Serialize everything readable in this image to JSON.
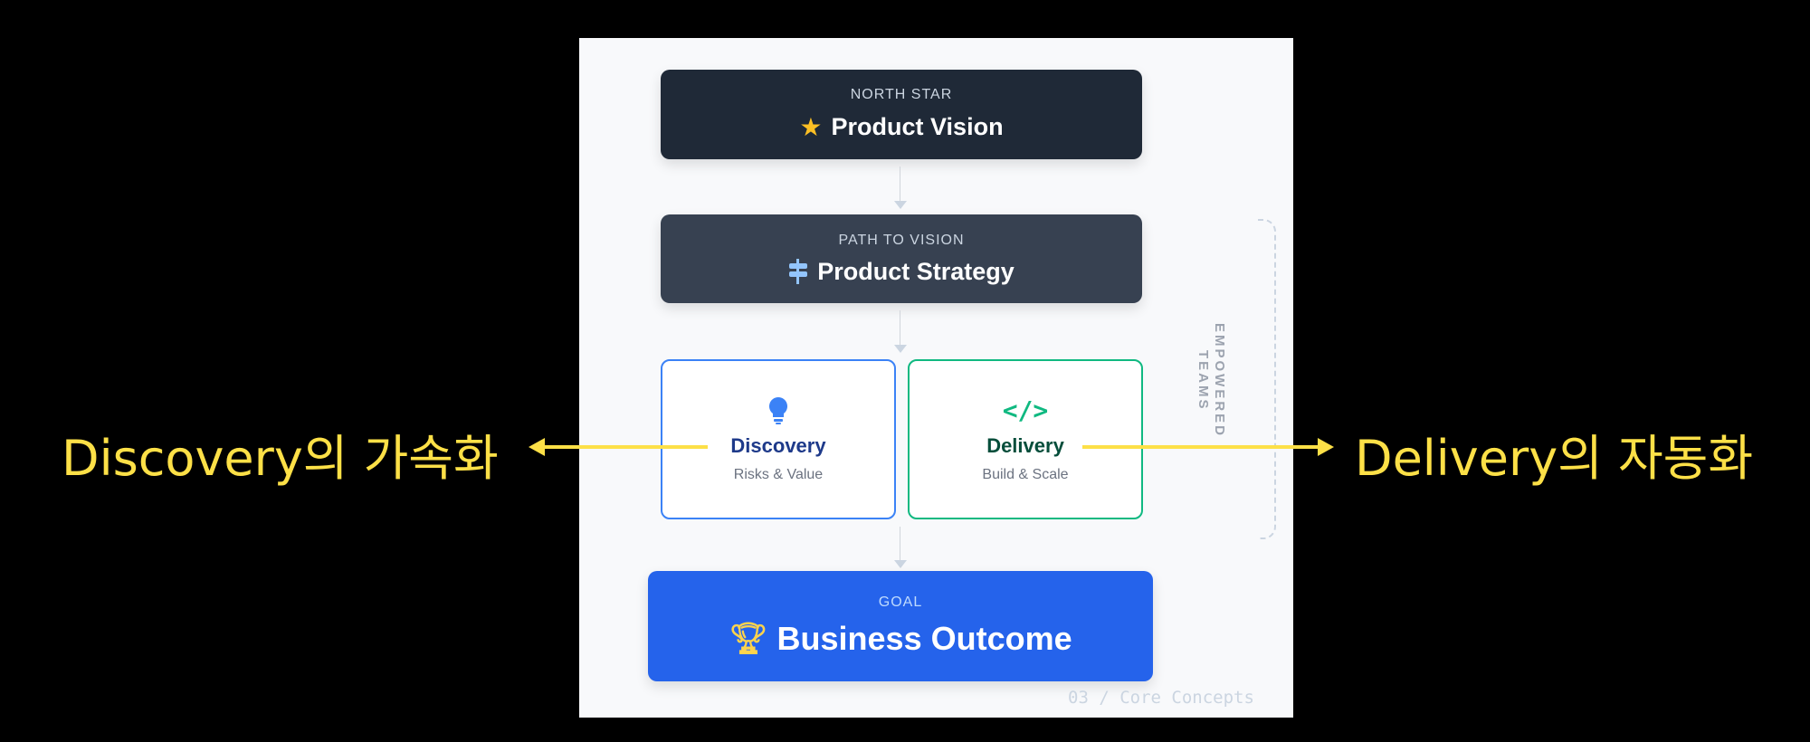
{
  "vision": {
    "eyebrow": "NORTH STAR",
    "title": "Product Vision",
    "icon": "star-icon"
  },
  "strategy": {
    "eyebrow": "PATH TO VISION",
    "title": "Product Strategy",
    "icon": "signpost-icon"
  },
  "discovery": {
    "title": "Discovery",
    "subtitle": "Risks & Value",
    "icon": "lightbulb-icon",
    "color": "#3b82f6"
  },
  "delivery": {
    "title": "Delivery",
    "subtitle": "Build & Scale",
    "icon": "code-icon",
    "color": "#10b981"
  },
  "goal": {
    "eyebrow": "GOAL",
    "title": "Business Outcome",
    "icon": "trophy-icon"
  },
  "teams": {
    "line1": "EMPOWERED",
    "line2": "TEAMS"
  },
  "footer": "03 / Core Concepts",
  "annotations": {
    "left": "Discovery의 가속화",
    "right": "Delivery의 자동화",
    "color": "#fde047"
  }
}
